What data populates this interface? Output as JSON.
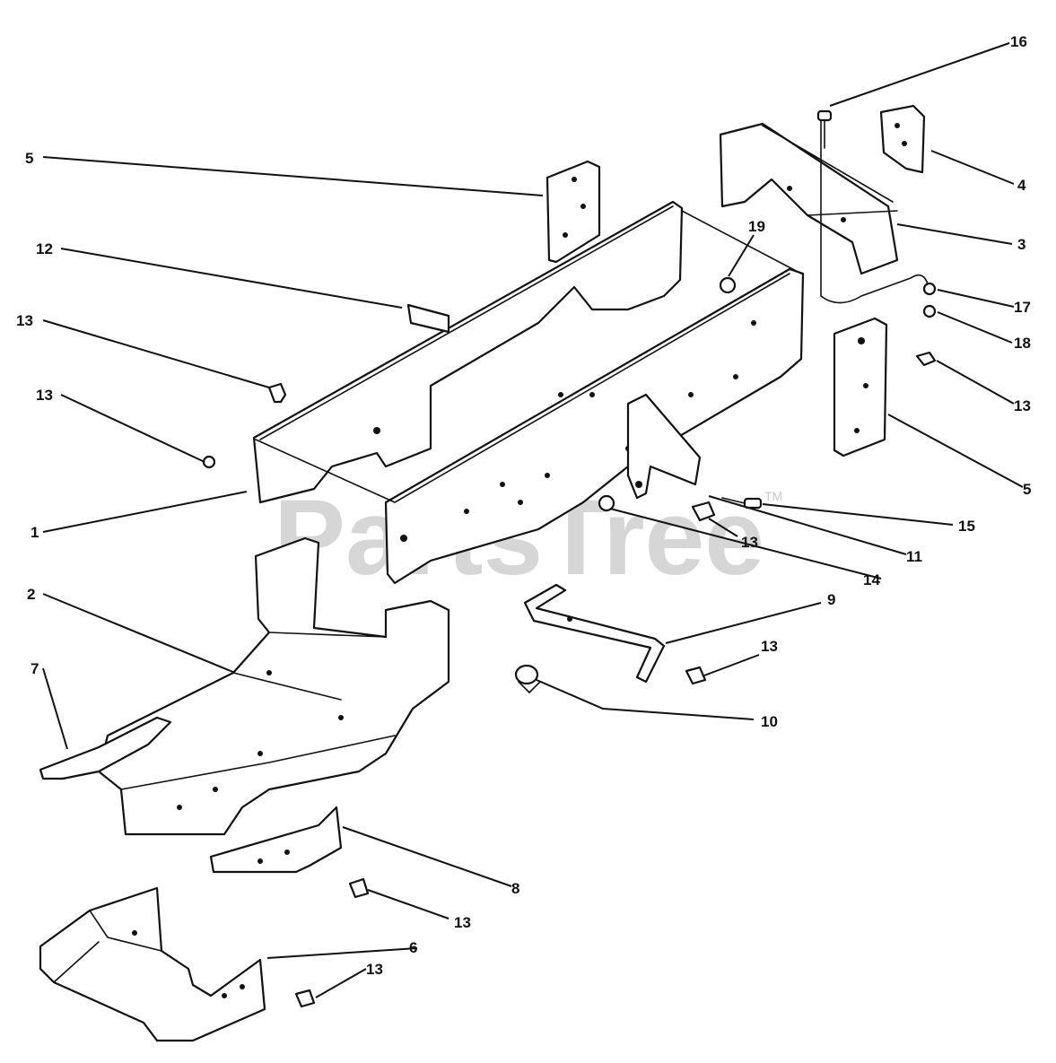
{
  "watermark": {
    "text": "PartsTree",
    "trademark": "TM"
  },
  "callouts": [
    "1",
    "2",
    "3",
    "4",
    "5",
    "5",
    "6",
    "7",
    "8",
    "9",
    "10",
    "11",
    "12",
    "13",
    "13",
    "13",
    "13",
    "13",
    "13",
    "13",
    "14",
    "15",
    "16",
    "17",
    "18",
    "19"
  ]
}
